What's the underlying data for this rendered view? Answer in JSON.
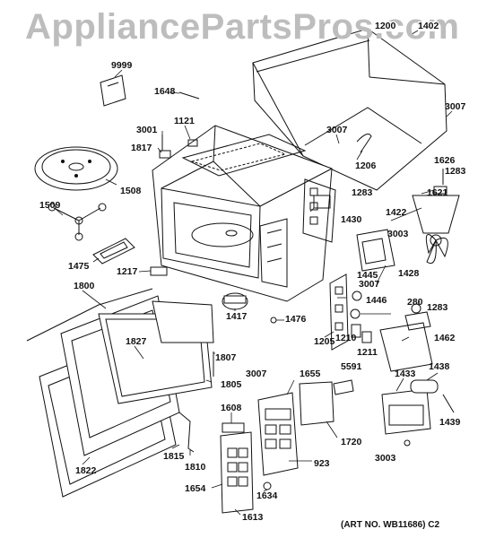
{
  "watermark": "AppliancePartsPros.com",
  "art_number": "(ART NO. WB11686) C2",
  "part_labels": [
    {
      "id": "9999"
    },
    {
      "id": "1648"
    },
    {
      "id": "3001"
    },
    {
      "id": "1121"
    },
    {
      "id": "1817"
    },
    {
      "id": "1508"
    },
    {
      "id": "1509"
    },
    {
      "id": "1475"
    },
    {
      "id": "1217"
    },
    {
      "id": "1800"
    },
    {
      "id": "1827"
    },
    {
      "id": "1807"
    },
    {
      "id": "1805"
    },
    {
      "id": "1822"
    },
    {
      "id": "1815"
    },
    {
      "id": "1810"
    },
    {
      "id": "1417"
    },
    {
      "id": "1476"
    },
    {
      "id": "3007"
    },
    {
      "id": "1206"
    },
    {
      "id": "1283"
    },
    {
      "id": "1430"
    },
    {
      "id": "1445"
    },
    {
      "id": "1446"
    },
    {
      "id": "1205"
    },
    {
      "id": "1210"
    },
    {
      "id": "1211"
    },
    {
      "id": "1428"
    },
    {
      "id": "1422"
    },
    {
      "id": "3003"
    },
    {
      "id": "1621"
    },
    {
      "id": "1626"
    },
    {
      "id": "280"
    },
    {
      "id": "1462"
    },
    {
      "id": "1438"
    },
    {
      "id": "1439"
    },
    {
      "id": "1433"
    },
    {
      "id": "5591"
    },
    {
      "id": "1655"
    },
    {
      "id": "1608"
    },
    {
      "id": "1720"
    },
    {
      "id": "923"
    },
    {
      "id": "1654"
    },
    {
      "id": "1634"
    },
    {
      "id": "1613"
    },
    {
      "id": "1200"
    },
    {
      "id": "1402"
    }
  ]
}
